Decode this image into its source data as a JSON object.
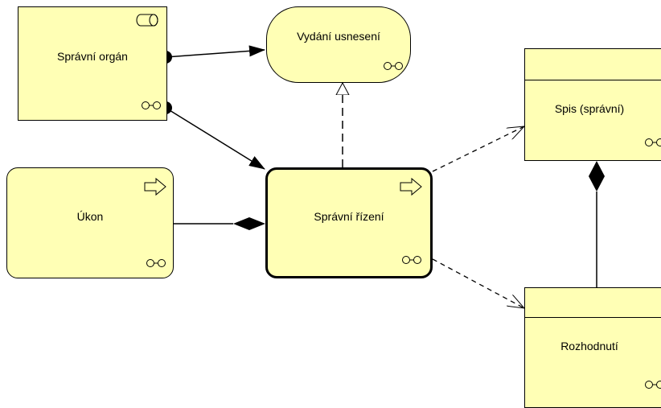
{
  "diagram": {
    "nodes": {
      "spravni_organ": {
        "label": "Správní orgán"
      },
      "vydani_usneseni": {
        "label": "Vydání usnesení"
      },
      "spis": {
        "label": "Spis (správní)"
      },
      "ukon": {
        "label": "Úkon"
      },
      "spravni_rizeni": {
        "label": "Správní řízení"
      },
      "rozhodnuti": {
        "label": "Rozhodnutí"
      }
    },
    "colors": {
      "fill": "#ffffb5",
      "stroke": "#000000"
    }
  }
}
